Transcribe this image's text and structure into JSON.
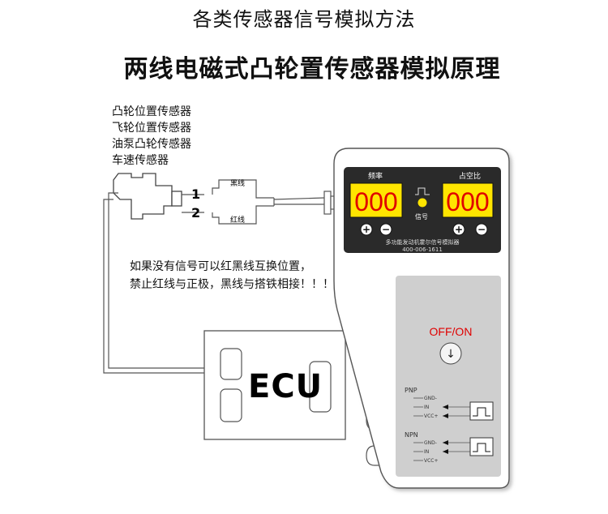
{
  "header": {
    "top_title": "各类传感器信号模拟方法",
    "main_title": "两线电磁式凸轮置传感器模拟原理"
  },
  "sensor_list": [
    "凸轮位置传感器",
    "飞轮位置传感器",
    "油泵凸轮传感器",
    "车速传感器"
  ],
  "wiring": {
    "pin1": "1",
    "pin2": "2",
    "black_wire": "黑线",
    "red_wire": "红线"
  },
  "warning": {
    "line1": "如果没有信号可以红黑线互换位置，",
    "line2": "禁止红线与正极，黑线与搭铁相接！！！"
  },
  "ecu_label": "ECU",
  "device": {
    "freq_label": "频率",
    "duty_label": "占空比",
    "signal_label": "信号",
    "freq_value": "000",
    "duty_value": "000",
    "plus": "+",
    "minus": "−",
    "brand_line": "多功能发动机霍尔信号模拟器",
    "phone": "400-006-1611",
    "switch_label": "OFF/ON",
    "switch_icon": "↓",
    "pnp_label": "PNP",
    "npn_label": "NPN",
    "terminals": [
      "GND-",
      "IN",
      "VCC+"
    ]
  },
  "colors": {
    "display_bg": "#ffe500",
    "digit_red": "#e00000",
    "signal_led": "#ffe500",
    "panel_dark": "#2a2a2a",
    "switch_red": "#e00000"
  }
}
